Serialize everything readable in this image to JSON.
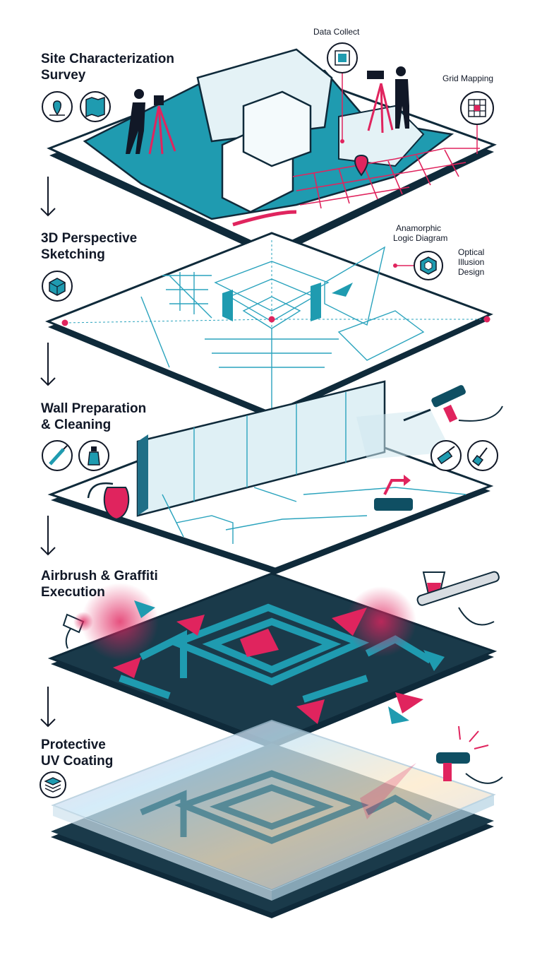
{
  "steps": [
    {
      "title_lines": [
        "Site Characterization",
        "Survey"
      ],
      "icons": [
        "map-pin-icon",
        "folded-map-icon"
      ]
    },
    {
      "title_lines": [
        "3D Perspective",
        "Sketching"
      ],
      "icons": [
        "3d-cube-icon"
      ]
    },
    {
      "title_lines": [
        "Wall Preparation",
        "& Cleaning"
      ],
      "icons": [
        "pressure-washer-icon",
        "spray-bottle-icon",
        "scrub-brush-icon",
        "broom-icon"
      ]
    },
    {
      "title_lines": [
        "Airbrush & Graffiti",
        "Execution"
      ],
      "icons": []
    },
    {
      "title_lines": [
        "Protective",
        "UV Coating"
      ],
      "icons": [
        "layers-icon"
      ]
    }
  ],
  "callouts": {
    "data_collect": "Data Collect",
    "grid_mapping": "Grid Mapping",
    "anamorphic": [
      "Anamorphic",
      "Logic Diagram"
    ],
    "optical": [
      "Optical",
      "Illusion",
      "Design"
    ]
  },
  "colors": {
    "teal": "#1f9bb0",
    "dark_teal": "#0f4f63",
    "navy": "#0f2a3a",
    "magenta": "#e0245e",
    "ink": "#111827",
    "light_blue": "#d6eef4"
  }
}
